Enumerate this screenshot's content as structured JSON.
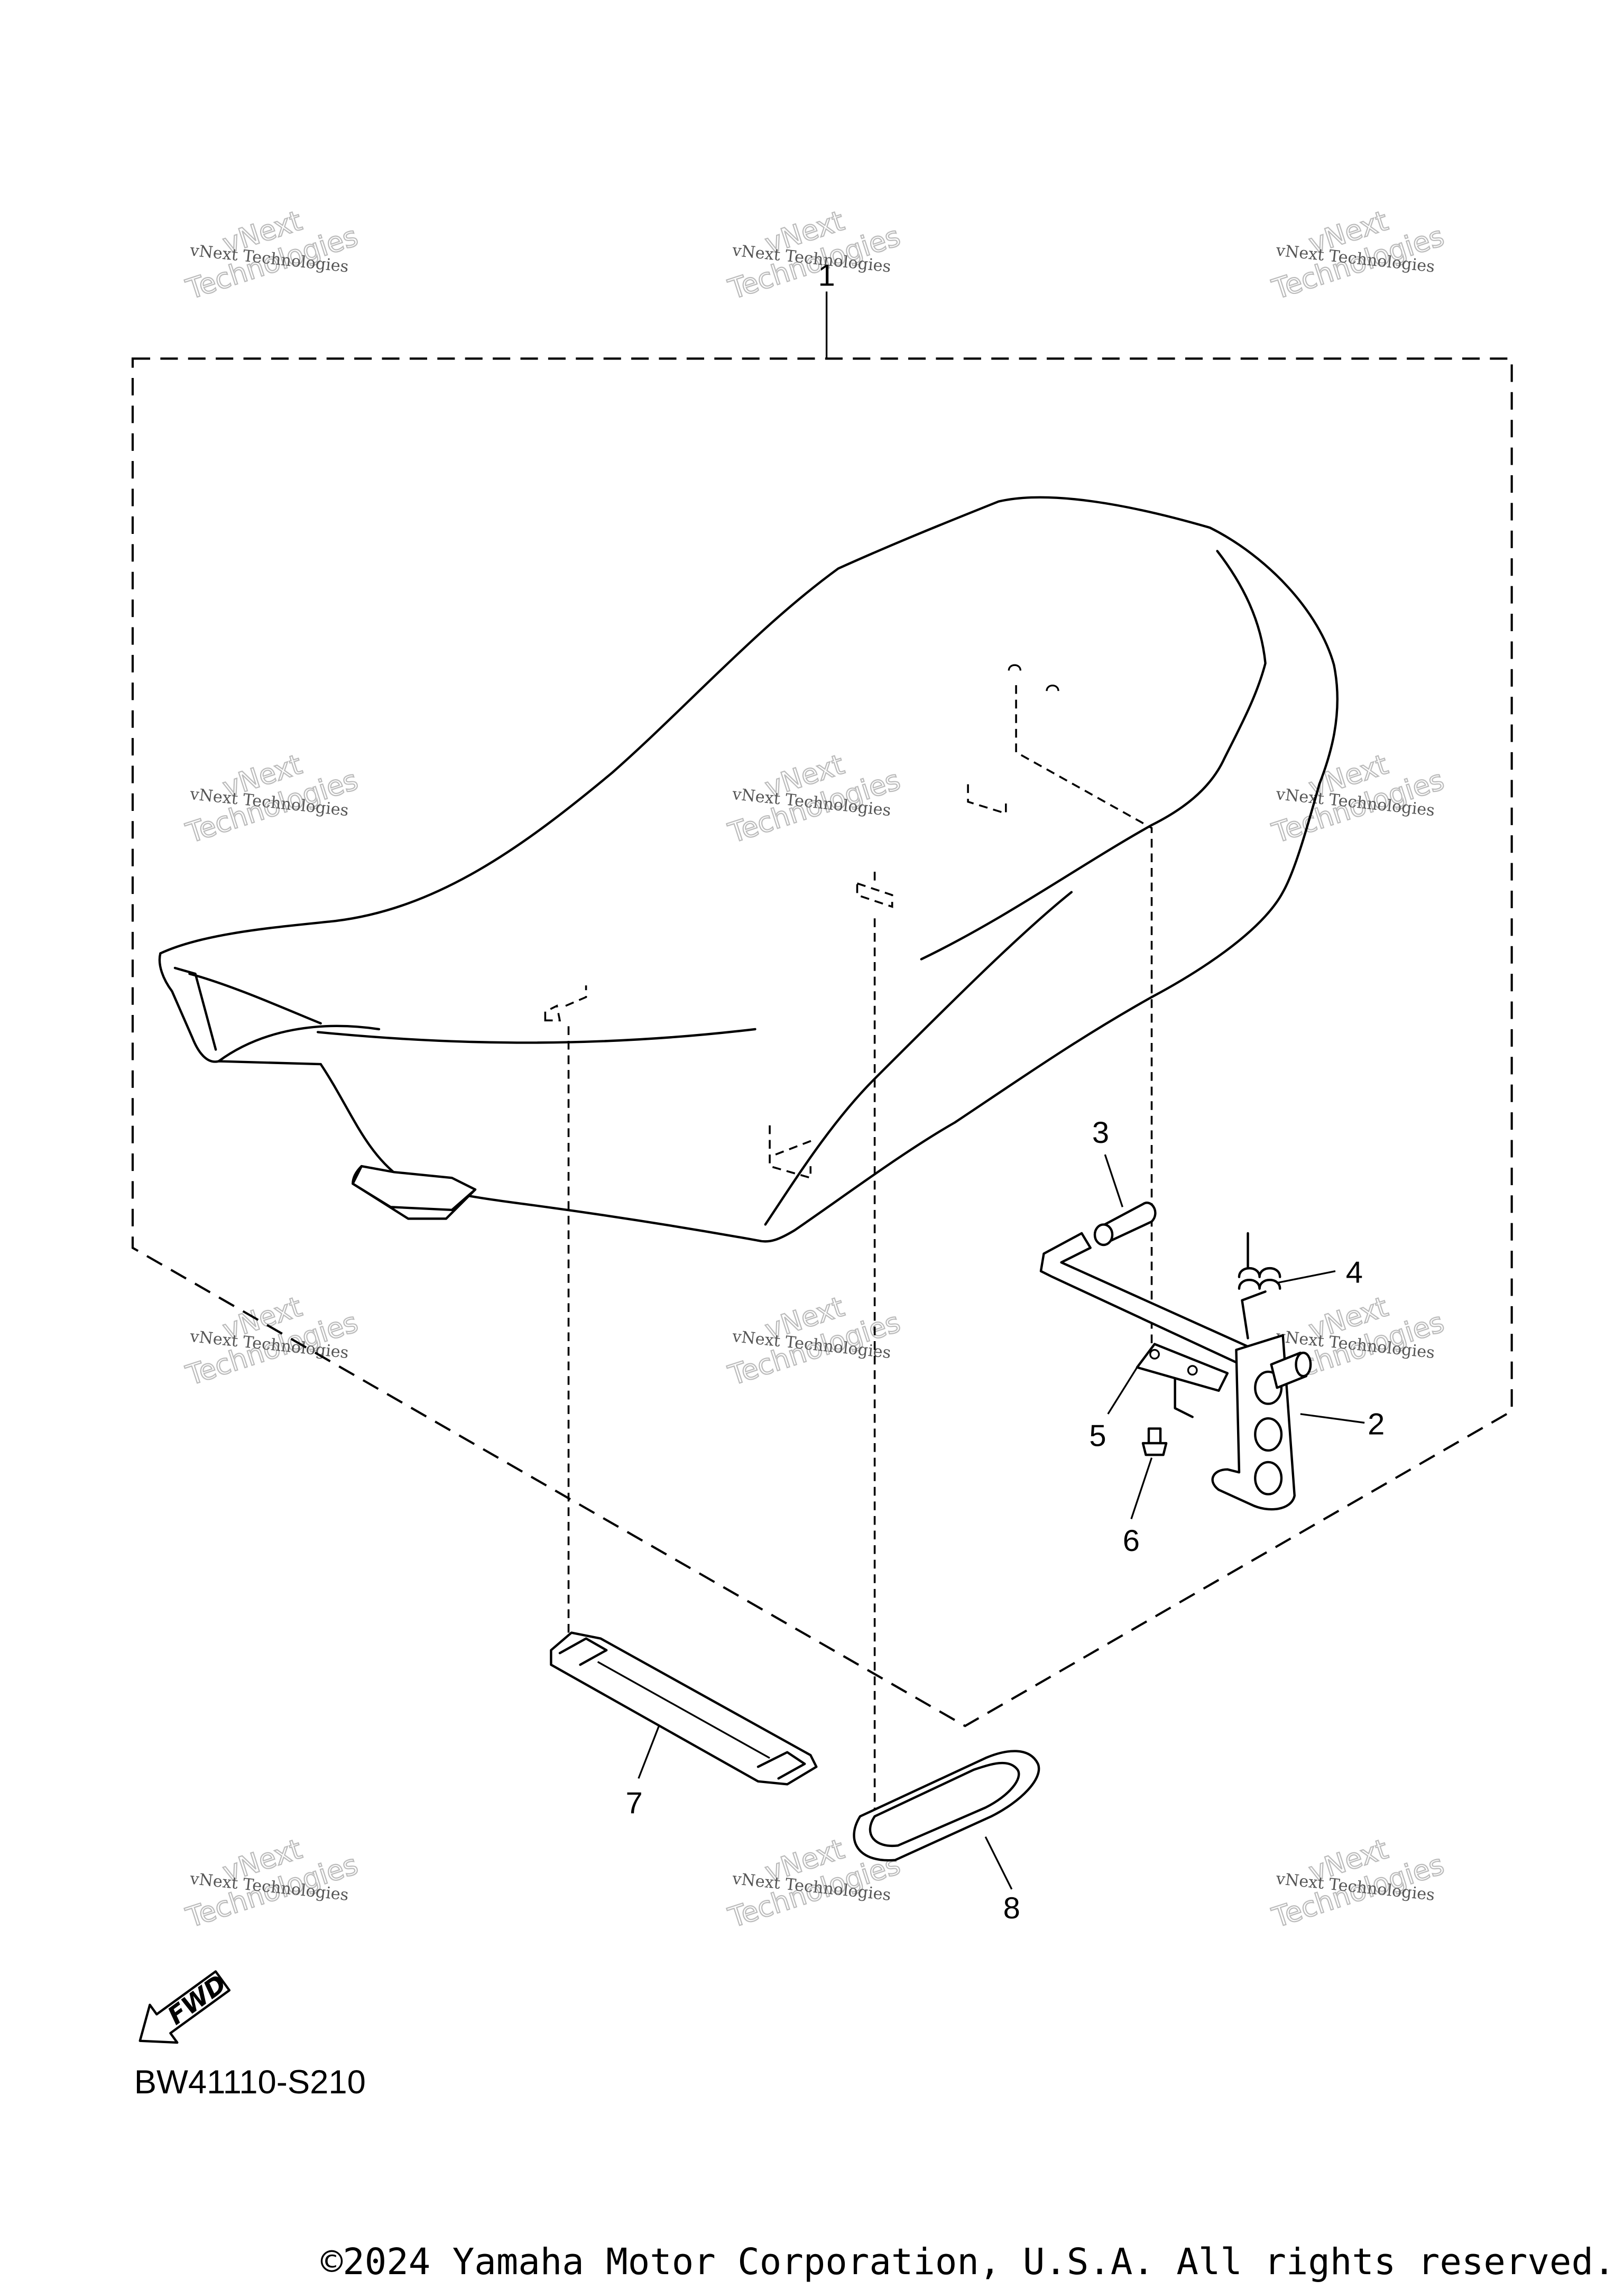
{
  "diagram": {
    "code": "BW41110-S210",
    "copyright": "©2024 Yamaha Motor Corporation, U.S.A. All rights reserved.",
    "direction_label": "FWD",
    "callouts": [
      "1",
      "2",
      "3",
      "4",
      "5",
      "6",
      "7",
      "8"
    ],
    "watermark": {
      "line1": "vNext Technologies",
      "line2": "vNext",
      "line3": "Technologies"
    }
  }
}
